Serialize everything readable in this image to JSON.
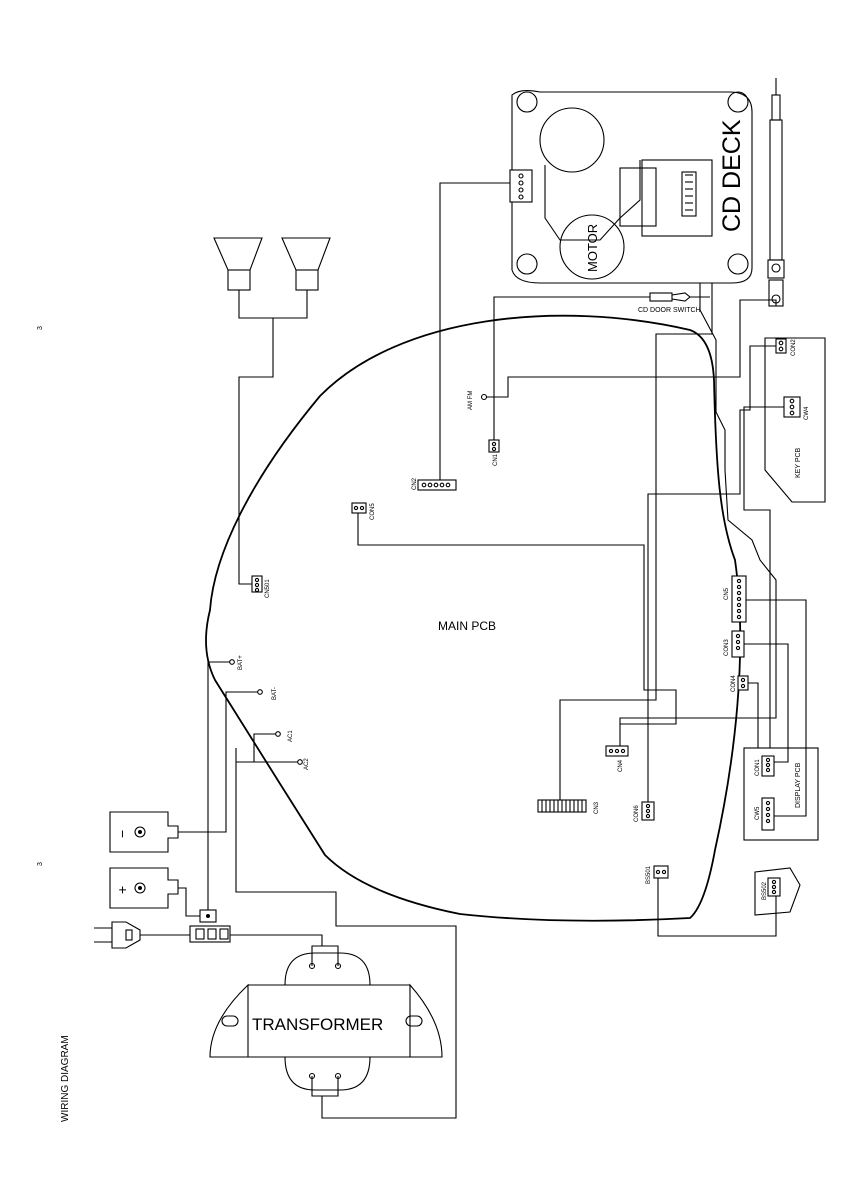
{
  "diagram": {
    "title": "WIRING DIAGRAM",
    "page_marks": [
      "3",
      "3"
    ],
    "components": {
      "main_pcb": "MAIN PCB",
      "cd_deck": "CD DECK",
      "motor": "MOTOR",
      "cd_door_switch": "CD DOOR SWITCH",
      "key_pcb": "KEY PCB",
      "display_pcb": "DISPLAY PCB",
      "transformer": "TRANSFORMER",
      "battery_minus_symbol": "−",
      "battery_plus_symbol": "+"
    },
    "connectors": {
      "cn1": "CN1",
      "cn2": "CN2",
      "cn3": "CN3",
      "cn4": "CN4",
      "cn5": "CN5",
      "con5": "CON5",
      "con6": "CON6",
      "cn501": "CN501",
      "bs501": "BS501",
      "bs502": "BS502",
      "key_con2": "CON2",
      "key_cw4": "CW4",
      "con3": "CON3",
      "con4": "CON4",
      "con1": "CON1",
      "cw5": "CW5"
    },
    "terminals": {
      "am_fm": "AM FM",
      "bat_plus": "BAT+",
      "bat_minus": "BAT-",
      "ac1": "AC1",
      "ac2": "AC2"
    }
  }
}
